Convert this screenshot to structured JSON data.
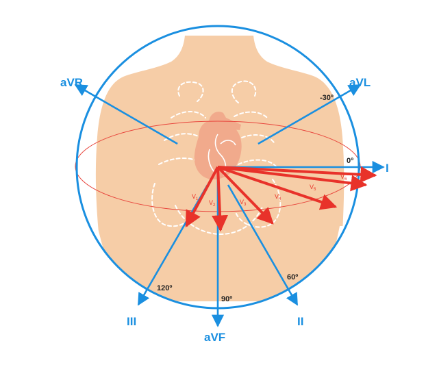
{
  "colors": {
    "frontal_axis": "#1a8fe0",
    "precordial_axis": "#e8322a",
    "skin": "#f6cda7",
    "heart": "#f1aa8c",
    "transverse_ring": "#e8453c",
    "organ_outline": "#ffffff"
  },
  "frontal_leads": [
    {
      "id": "i",
      "label": "I",
      "angle_deg": 0
    },
    {
      "id": "ii",
      "label": "II",
      "angle_deg": 60
    },
    {
      "id": "iii",
      "label": "III",
      "angle_deg": 120
    },
    {
      "id": "avr",
      "label": "aVR",
      "angle_deg": -150
    },
    {
      "id": "avl",
      "label": "aVL",
      "angle_deg": -30
    },
    {
      "id": "avf",
      "label": "aVF",
      "angle_deg": 90
    }
  ],
  "angle_labels": [
    {
      "id": "0",
      "text": "0º"
    },
    {
      "id": "-30",
      "text": "-30º"
    },
    {
      "id": "60",
      "text": "60º"
    },
    {
      "id": "90",
      "text": "90º"
    },
    {
      "id": "120",
      "text": "120º"
    }
  ],
  "precordial_leads": [
    {
      "id": "v1",
      "letter": "V",
      "sub": "1"
    },
    {
      "id": "v2",
      "letter": "V",
      "sub": "2"
    },
    {
      "id": "v3",
      "letter": "V",
      "sub": "3"
    },
    {
      "id": "v4",
      "letter": "V",
      "sub": "4"
    },
    {
      "id": "v5",
      "letter": "V",
      "sub": "5"
    },
    {
      "id": "v6",
      "letter": "V",
      "sub": "6"
    }
  ]
}
